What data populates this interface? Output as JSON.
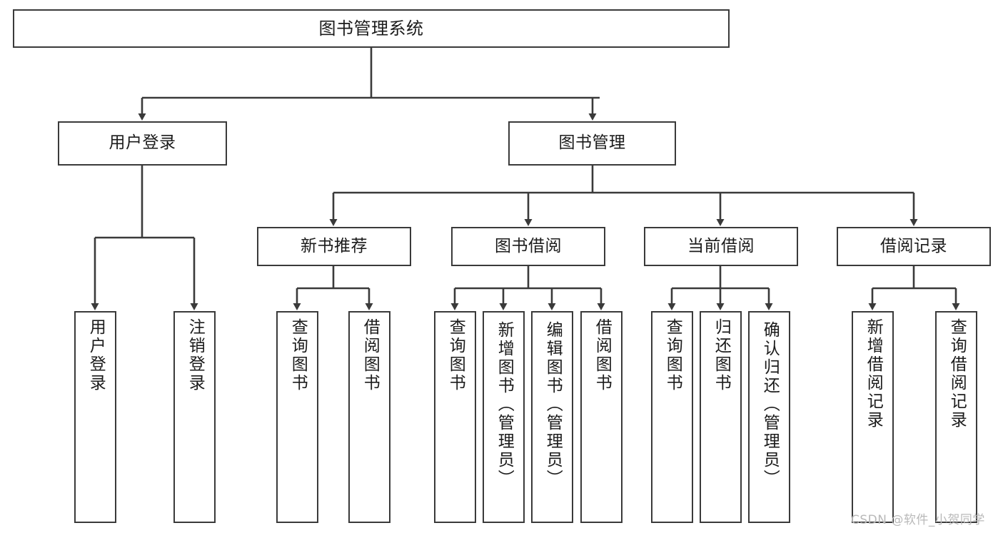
{
  "diagram": {
    "title": "图书管理系统",
    "watermark": "CSDN @软件_小贺同学",
    "root": {
      "label": "图书管理系统"
    },
    "level1": [
      {
        "label": "用户登录"
      },
      {
        "label": "图书管理"
      }
    ],
    "level2": [
      {
        "label": "新书推荐"
      },
      {
        "label": "图书借阅"
      },
      {
        "label": "当前借阅"
      },
      {
        "label": "借阅记录"
      }
    ],
    "leaves": {
      "user_login": [
        {
          "label": "用户登录"
        },
        {
          "label": "注销登录"
        }
      ],
      "new_book_recommend": [
        {
          "label": "查询图书"
        },
        {
          "label": "借阅图书"
        }
      ],
      "book_borrow": [
        {
          "label": "查询图书"
        },
        {
          "label": "新增图书（管理员）"
        },
        {
          "label": "编辑图书（管理员）"
        },
        {
          "label": "借阅图书"
        }
      ],
      "current_borrow": [
        {
          "label": "查询图书"
        },
        {
          "label": "归还图书"
        },
        {
          "label": "确认归还（管理员）"
        }
      ],
      "borrow_record": [
        {
          "label": "新增借阅记录"
        },
        {
          "label": "查询借阅记录"
        }
      ]
    }
  },
  "colors": {
    "stroke": "#3a3a3a",
    "text": "#1b1b1b",
    "background": "#ffffff",
    "watermark": "#b9b9b9"
  }
}
